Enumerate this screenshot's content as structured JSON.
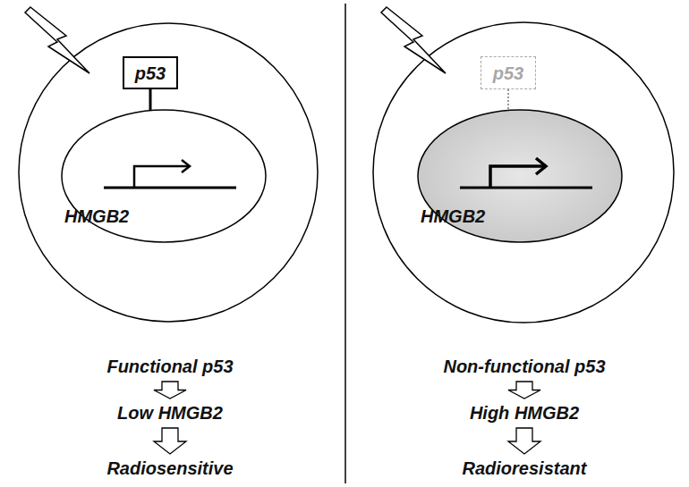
{
  "diagram": {
    "nodes": [
      {
        "text": [
          "p53"
        ]
      },
      {
        "text": [
          "HMGB2"
        ]
      },
      {
        "text": [
          "p53"
        ]
      },
      {
        "text": [
          "HMGB2"
        ]
      },
      {
        "text": [
          "Functional p53"
        ]
      },
      {
        "text": [
          "Low HMGB2"
        ]
      },
      {
        "text": [
          "Radiosensitive"
        ]
      },
      {
        "text": [
          "Non-functional p53"
        ]
      },
      {
        "text": [
          "High HMGB2"
        ]
      },
      {
        "text": [
          "Radioresistant"
        ]
      }
    ],
    "edges": [
      {
        "from": 0,
        "to": 1,
        "arrow": "to"
      },
      {
        "from": 2,
        "to": 3,
        "arrow": "to"
      },
      {
        "from": 4,
        "to": 5,
        "arrow": "to"
      },
      {
        "from": 5,
        "to": 6,
        "arrow": "to"
      },
      {
        "from": 7,
        "to": 8,
        "arrow": "to"
      },
      {
        "from": 8,
        "to": 9,
        "arrow": "to"
      }
    ]
  }
}
